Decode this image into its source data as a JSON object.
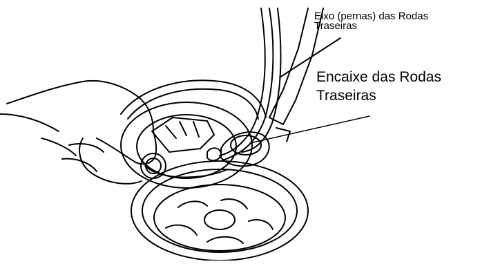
{
  "labels": {
    "axle": {
      "line1": "Eixo (pernas) das Rodas",
      "line2": "Traseiras"
    },
    "socket": {
      "line1": "Encaixe das Rodas",
      "line2": "Traseiras"
    }
  },
  "colors": {
    "ink": "#000000",
    "background": "#ffffff"
  }
}
